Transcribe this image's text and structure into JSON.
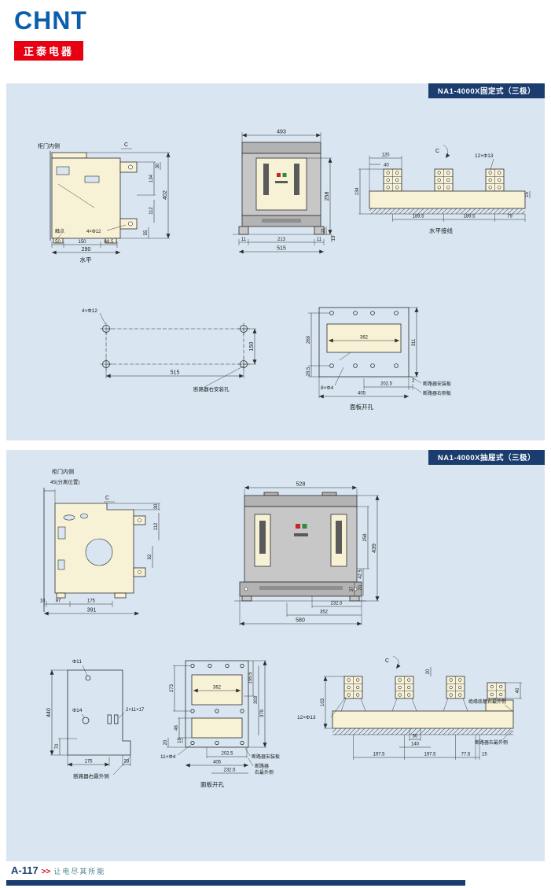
{
  "header": {
    "logo": "CHNT",
    "brand": "正泰电器"
  },
  "footer": {
    "page": "A-117",
    "sep": ">>",
    "slogan": "让电尽其所能"
  },
  "colors": {
    "brand_blue": "#0a5fad",
    "brand_red": "#e60012",
    "panel_bg": "#d9e6f2",
    "title_bar": "#1b3c6e",
    "drawing_fill": "#f7f1d6",
    "indicator_red": "#c62828",
    "indicator_green": "#2e8b44"
  },
  "fixed": {
    "title": "NA1-4000X固定式（三极）",
    "side_view": {
      "door_label": "柜门内侧",
      "section_label": "C",
      "contact_label": "触点",
      "hole_label": "4×Φ12",
      "dim_134": "134",
      "dim_30": "30",
      "dim_402": "402",
      "dim_112": "112",
      "dim_55": "55",
      "dim_50": "50",
      "dim_150": "150",
      "dim_69_5": "69.5",
      "dim_290": "290",
      "caption": "水平"
    },
    "front_view": {
      "dim_493": "493",
      "dim_258": "258",
      "dim_11_left": "11",
      "dim_213": "213",
      "dim_11_right": "11",
      "dim_21": "21",
      "dim_13": "13",
      "dim_515": "515"
    },
    "terminal_view": {
      "section_label": "C",
      "dim_120": "120",
      "dim_40": "40",
      "dim_134": "134",
      "hole_label": "12×Φ13",
      "dim_15": "15",
      "dim_189_5_a": "189.5",
      "dim_189_5_b": "189.5",
      "dim_79": "79",
      "caption": "水平接线"
    },
    "mounting_holes": {
      "hole_label": "4×Φ12",
      "dim_150": "150",
      "dim_515": "515",
      "note": "断路器右安装孔"
    },
    "panel_cutout": {
      "dim_269": "269",
      "dim_362": "362",
      "dim_311": "311",
      "dim_28_5": "28.5",
      "hole_label": "8×Φ4",
      "dim_202_5": "202.5",
      "dim_2": "2",
      "dim_405": "405",
      "note_plate": "断路器安装板",
      "note_side": "断路器右侧板",
      "caption": "面板开孔"
    }
  },
  "drawer": {
    "title": "NA1-4000X抽屉式（三极）",
    "side_view": {
      "door_label": "柜门内侧",
      "position_label": "45(分离位置)",
      "section_label": "C",
      "dim_30": "30",
      "dim_112": "112",
      "dim_92": "92",
      "dim_10": "10",
      "dim_97": "97",
      "dim_175": "175",
      "dim_391": "391"
    },
    "front_view": {
      "dim_528": "528",
      "dim_439": "439",
      "dim_258": "258",
      "dim_42_5": "42.5",
      "dim_70": "70",
      "dim_37": "37",
      "dim_232_5": "232.5",
      "dim_352": "352",
      "dim_580": "580"
    },
    "side_plate": {
      "hole_11": "Φ11",
      "dim_440": "440",
      "hole_14": "Φ14",
      "slot_label": "2×11×17",
      "dim_70": "70",
      "dim_175": "175",
      "dim_33": "33",
      "note": "断路器右最外侧"
    },
    "panel_cutout": {
      "dim_273": "273",
      "dim_155_5": "155.5",
      "dim_362": "362",
      "dim_303": "303",
      "dim_379": "379",
      "dim_48": "48",
      "dim_16": "16",
      "dim_20": "20",
      "hole_label": "11×Φ4",
      "dim_202_5": "202.5",
      "dim_405": "405",
      "dim_232_5": "232.5",
      "note_plate": "断路器安装板",
      "note_right_1": "断路器",
      "note_right_2": "右最外侧",
      "caption": "面板开孔"
    },
    "base_view": {
      "section_label": "C",
      "dim_20": "20",
      "dim_103": "103",
      "dim_40": "40",
      "hole_label": "12×Φ13",
      "dim_50": "50",
      "dim_140": "140",
      "dim_197_5_a": "197.5",
      "dim_197_5_b": "197.5",
      "dim_77_5": "77.5",
      "dim_15": "15",
      "note_insulation": "绝缘底板右最外侧",
      "note_breaker": "断路器右最外侧"
    }
  }
}
